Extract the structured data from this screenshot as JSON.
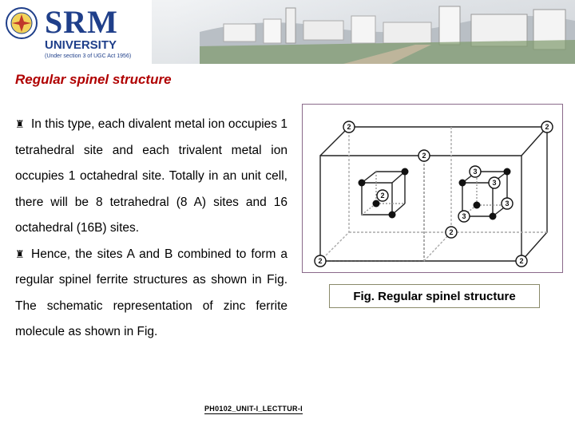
{
  "header": {
    "logo_text": "SRM",
    "logo_university": "UNIVERSITY",
    "logo_subtitle": "(Under section 3 of UGC Act 1956)"
  },
  "slide": {
    "title": "Regular spinel structure",
    "paragraphs": [
      "In this type, each divalent metal ion occupies 1 tetrahedral site and each trivalent metal ion occupies 1 octahedral site. Totally in an unit cell, there will be 8 tetrahedral (8 A) sites and 16 octahedral (16B) sites.",
      "Hence, the sites A and B combined to form a regular spinel ferrite structures as shown in Fig. The schematic representation of zinc ferrite molecule as shown in Fig."
    ],
    "bullet_icon": "ornament-bullet-icon",
    "bullet_glyph": "♜"
  },
  "figure": {
    "caption": "Fig.  Regular spinel structure",
    "labels": {
      "two": "2",
      "three": "3"
    }
  },
  "footer": {
    "text": "PH0102_UNIT-I_LECTTUR-I"
  }
}
